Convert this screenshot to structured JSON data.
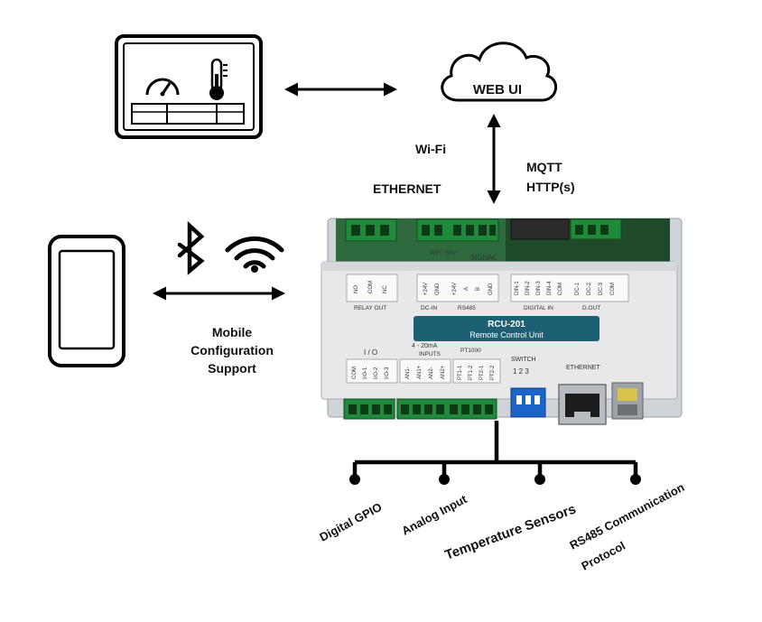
{
  "labels": {
    "web_ui": "WEB UI",
    "wifi": "Wi-Fi",
    "mqtt": "MQTT",
    "http": "HTTP(s)",
    "ethernet_link": "ETHERNET",
    "mobile_line1": "Mobile",
    "mobile_line2": "Configuration",
    "mobile_line3": "Support"
  },
  "device": {
    "model": "RCU-201",
    "subtitle": "Remote Control Unit",
    "relay_pins": [
      "NO",
      "COM",
      "NC"
    ],
    "relay_group": "RELAY OUT",
    "dcin_pins": [
      "+24V",
      "GND"
    ],
    "dcin_group": "DC-IN",
    "rs485_pins": [
      "+24V",
      "A",
      "B",
      "GND"
    ],
    "rs485_group": "RS485",
    "digin_pins": [
      "DIN-1",
      "DIN-2",
      "DIN-3",
      "DIN-4",
      "COM"
    ],
    "digin_group": "DIGITAL IN",
    "dout_pins": [
      "DC-1",
      "DC-2",
      "DC-3",
      "COM"
    ],
    "dout_group": "D.OUT",
    "io_group": "I / O",
    "io_pins": [
      "COM",
      "I/O-1",
      "I/O-2",
      "I/O-3"
    ],
    "inputs_top": "4 - 20mA",
    "inputs_group": "INPUTS",
    "inputs_pins": [
      "AN1-",
      "AN1+",
      "AN2-",
      "AN2+"
    ],
    "pt_group": "PT1000",
    "pt_pins": [
      "PT1-1",
      "PT1-2",
      "PT2-1",
      "PT2-2"
    ],
    "switch_label": "SWITCH",
    "switch_nums": "1 2 3",
    "ethernet_port": "ETHERNET",
    "top_small": [
      "WIFI",
      "SRV"
    ],
    "signal": "SIGNAL"
  },
  "outputs": [
    "Digital GPIO",
    "Analog Input",
    "Temperature Sensors",
    "RS485 Communication",
    "Protocol"
  ],
  "icons": [
    "gauge-icon",
    "thermometer-icon",
    "cloud-icon",
    "bluetooth-icon",
    "wifi-icon",
    "smartphone-icon",
    "panel-display-icon"
  ]
}
